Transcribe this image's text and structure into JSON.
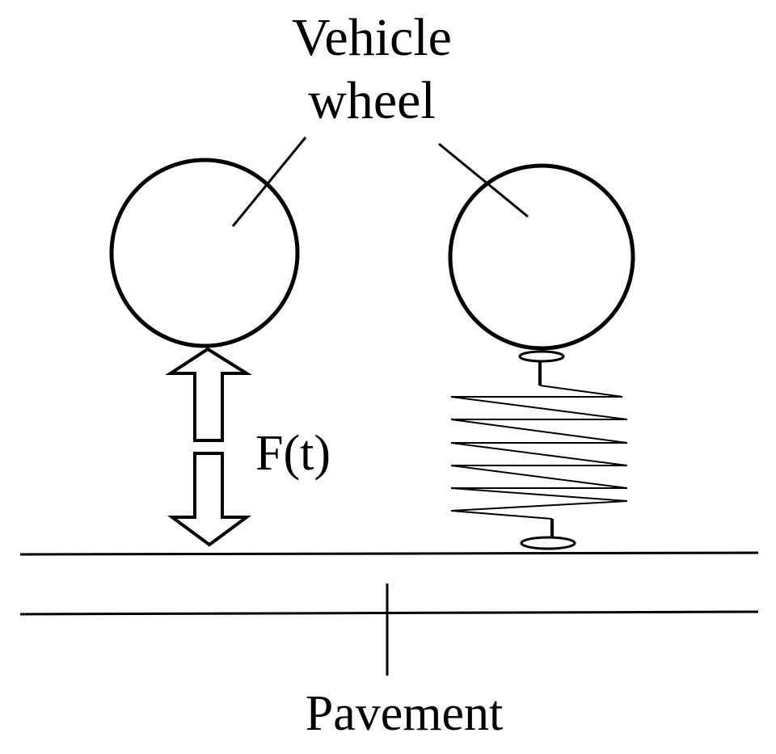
{
  "labels": {
    "vehicle": "Vehicle",
    "wheel": "wheel",
    "force": "F(t)",
    "pavement": "Pavement"
  },
  "colors": {
    "stroke": "#000000",
    "background": "#ffffff"
  }
}
